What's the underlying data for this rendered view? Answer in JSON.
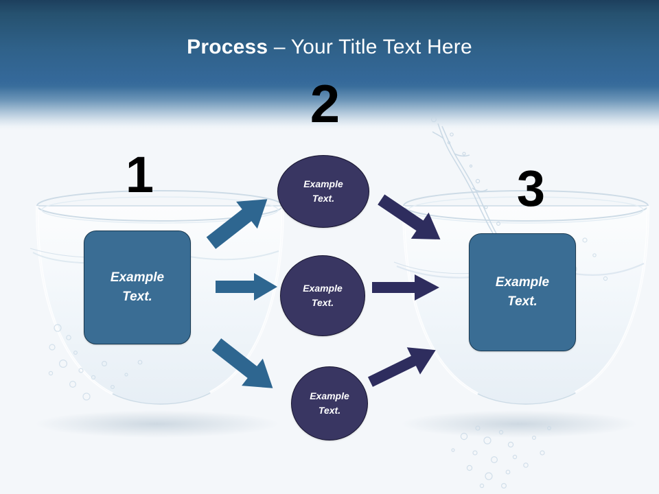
{
  "slide": {
    "title_strong": "Process",
    "title_separator": " – ",
    "title_light": "Your Title Text Here",
    "background_color": "#f4f7fa",
    "header_top_color": "#1d3f5d",
    "header_mid_color": "#3a6e9c"
  },
  "theme": {
    "box_fill": "#3a6d94",
    "box_border": "#17374f",
    "circle_fill": "#393662",
    "circle_border": "#16142e",
    "arrow_blue": "#2e6690",
    "arrow_navy": "#2e2d5e",
    "number_color": "#000000",
    "label_color": "#ffffff"
  },
  "steps": [
    {
      "number": "1",
      "name": "stage-one"
    },
    {
      "number": "2",
      "name": "stage-two"
    },
    {
      "number": "3",
      "name": "stage-three"
    }
  ],
  "boxes": {
    "left": {
      "line1": "Example",
      "line2": "Text."
    },
    "right": {
      "line1": "Example",
      "line2": "Text."
    }
  },
  "circles": [
    {
      "line1": "Example",
      "line2": "Text."
    },
    {
      "line1": "Example",
      "line2": "Text."
    },
    {
      "line1": "Example",
      "line2": "Text."
    }
  ],
  "arrows": [
    {
      "name": "arrow-left-up",
      "color": "#2e6690",
      "direction": "up-right"
    },
    {
      "name": "arrow-left-middle",
      "color": "#2e6690",
      "direction": "right"
    },
    {
      "name": "arrow-left-down",
      "color": "#2e6690",
      "direction": "down-right"
    },
    {
      "name": "arrow-right-down",
      "color": "#2e2d5e",
      "direction": "down-right"
    },
    {
      "name": "arrow-right-middle",
      "color": "#2e2d5e",
      "direction": "right"
    },
    {
      "name": "arrow-right-up",
      "color": "#2e2d5e",
      "direction": "up-right"
    }
  ]
}
